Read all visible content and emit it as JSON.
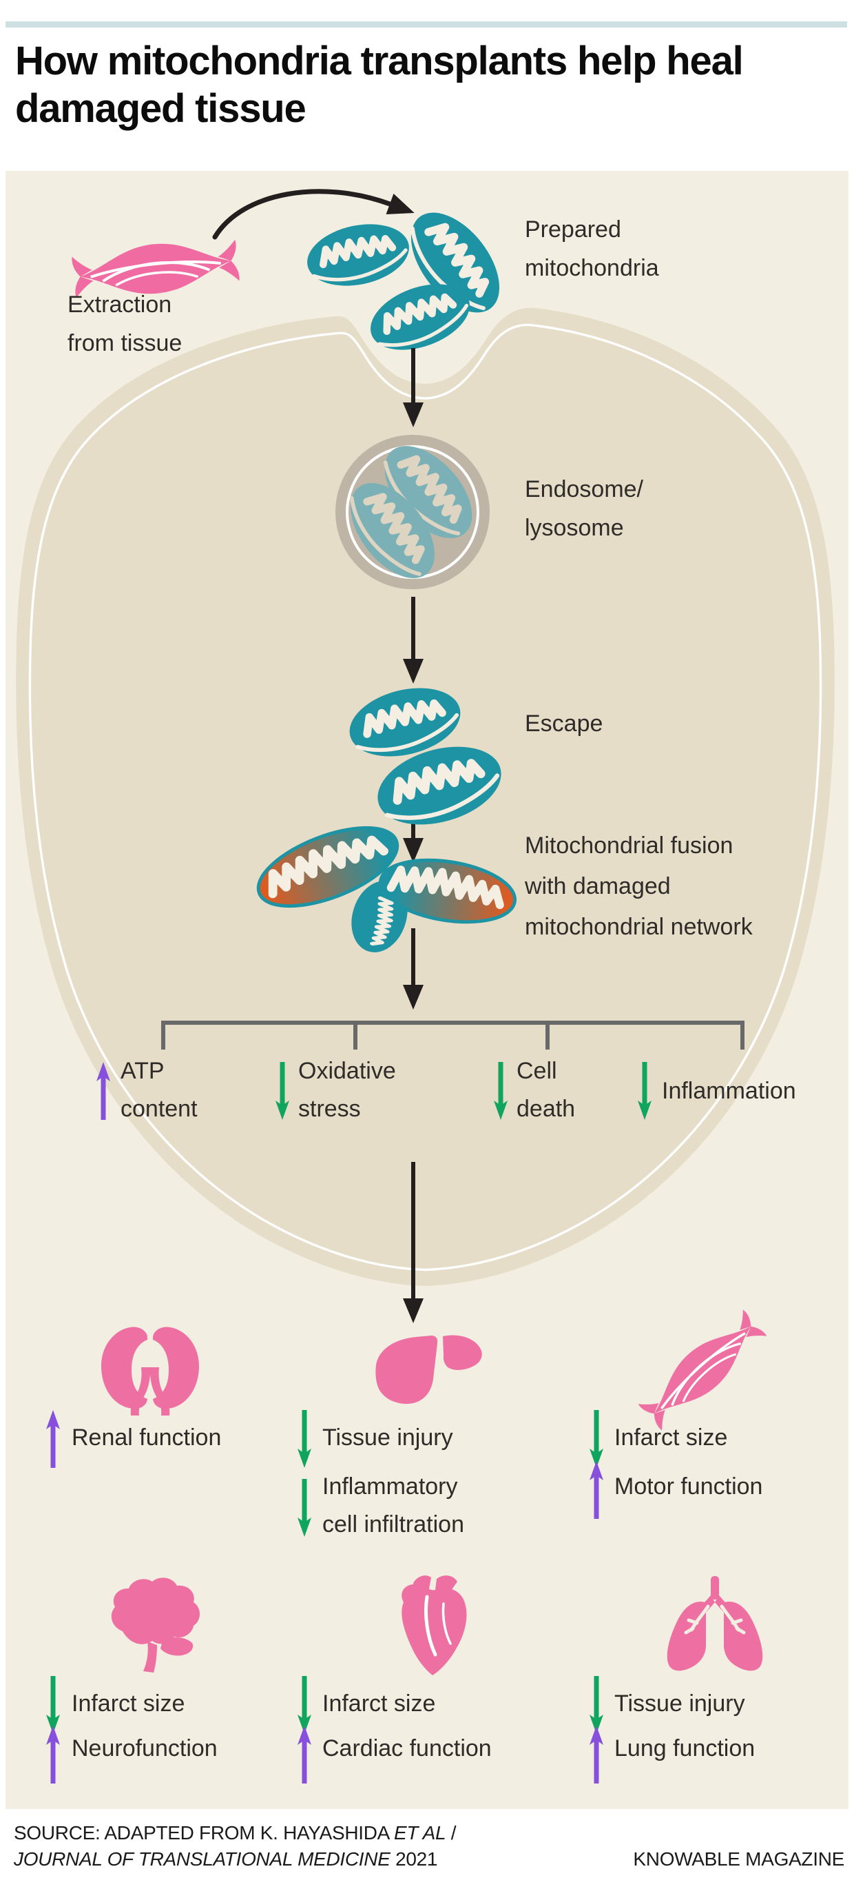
{
  "header": {
    "title": "How mitochondria transplants help heal\ndamaged tissue"
  },
  "colors": {
    "top_bar": "#cfe0e2",
    "panel_bg": "#f2eee1",
    "cell_bg": "#e6ddc9",
    "endosome_gray": "#beb5a7",
    "mitochondria_teal": "#1d93a4",
    "muted_mito_teal": "#7bb1b6",
    "damaged_orange": "#e05a20",
    "organ_pink": "#ee6fa2",
    "increase_purple": "#8650dd",
    "decrease_green": "#10a55e",
    "arrow_black": "#231f1e",
    "bracket_gray": "#696969",
    "text": "#2e2b28"
  },
  "diagram": {
    "extraction": {
      "label": "Extraction\nfrom tissue",
      "icon": "muscle-tissue-icon"
    },
    "prepared": {
      "label": "Prepared\nmitochondria",
      "icon": "mitochondria-cluster-icon"
    },
    "endosome": {
      "label": "Endosome/\nlysosome",
      "icon": "endosome-icon"
    },
    "escape": {
      "label": "Escape",
      "icon": "escaping-mitochondria-icon"
    },
    "fusion": {
      "label": "Mitochondrial fusion\nwith damaged\nmitochondrial network",
      "icon": "fused-mitochondria-icon"
    },
    "outcomes": [
      {
        "direction": "increase",
        "label": "ATP\ncontent"
      },
      {
        "direction": "decrease",
        "label": "Oxidative\nstress"
      },
      {
        "direction": "decrease",
        "label": "Cell\ndeath"
      },
      {
        "direction": "decrease",
        "label": "Inflammation"
      }
    ],
    "organs": [
      {
        "name": "kidneys",
        "icon": "kidneys-icon",
        "effects": [
          {
            "direction": "increase",
            "label": "Renal function"
          }
        ]
      },
      {
        "name": "liver",
        "icon": "liver-icon",
        "effects": [
          {
            "direction": "decrease",
            "label": "Tissue injury"
          },
          {
            "direction": "decrease",
            "label": "Inflammatory\ncell infiltration"
          }
        ]
      },
      {
        "name": "muscle",
        "icon": "muscle-icon",
        "effects": [
          {
            "direction": "decrease",
            "label": "Infarct size"
          },
          {
            "direction": "increase",
            "label": "Motor function"
          }
        ]
      },
      {
        "name": "brain",
        "icon": "brain-icon",
        "effects": [
          {
            "direction": "decrease",
            "label": "Infarct size"
          },
          {
            "direction": "increase",
            "label": "Neurofunction"
          }
        ]
      },
      {
        "name": "heart",
        "icon": "heart-icon",
        "effects": [
          {
            "direction": "decrease",
            "label": "Infarct size"
          },
          {
            "direction": "increase",
            "label": "Cardiac function"
          }
        ]
      },
      {
        "name": "lungs",
        "icon": "lungs-icon",
        "effects": [
          {
            "direction": "decrease",
            "label": "Tissue injury"
          },
          {
            "direction": "increase",
            "label": "Lung function"
          }
        ]
      }
    ]
  },
  "footer": {
    "source_prefix": "SOURCE: ADAPTED FROM K. HAYASHIDA ",
    "source_italic": "ET AL",
    "source_suffix": " /",
    "journal_italic": "JOURNAL OF TRANSLATIONAL MEDICINE",
    "year": " 2021",
    "credit": "KNOWABLE MAGAZINE"
  }
}
